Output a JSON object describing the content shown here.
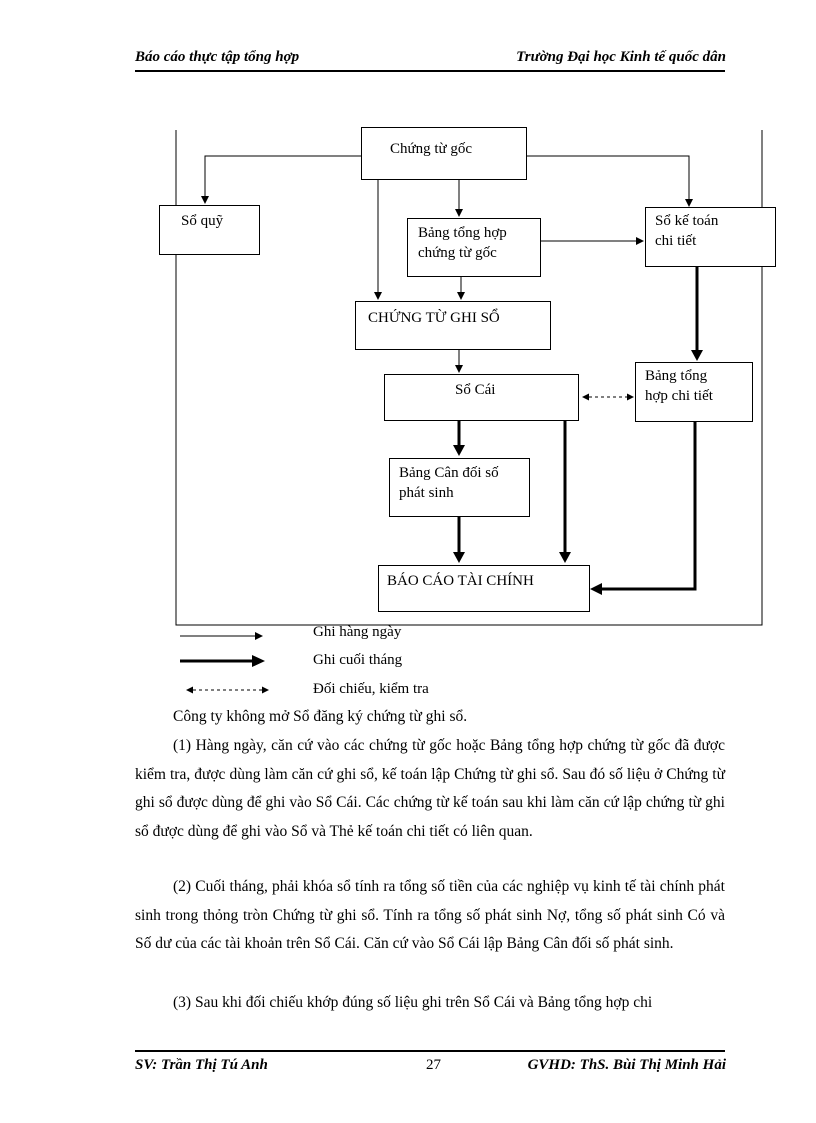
{
  "header": {
    "left": "Báo cáo thực tập tổng hợp",
    "right": "Trường Đại học Kinh tế quốc dân"
  },
  "diagram": {
    "nodes": {
      "chung_tu_goc": "Chứng từ gốc",
      "so_quy": "Sổ quỹ",
      "bang_tong_hop_ctg": "Bảng tổng hợp\nchứng từ gốc",
      "so_ke_toan_chi_tiet": "Sổ kế toán\nchi tiết",
      "chung_tu_ghi_so": "CHỨNG TỪ GHI SỔ",
      "so_cai": "Sổ Cái",
      "bang_tong_hop_chi_tiet": "Bảng tổng\nhợp chi tiết",
      "bang_can_doi": "Bảng Cân đối số\nphát sinh",
      "bao_cao_tai_chinh": "BÁO CÁO TÀI CHÍNH"
    },
    "legend": [
      {
        "type": "daily",
        "label": "Ghi hàng ngày"
      },
      {
        "type": "monthly",
        "label": "Ghi cuối tháng"
      },
      {
        "type": "check",
        "label": "Đối chiếu, kiểm tra"
      }
    ]
  },
  "body": {
    "p0": "Công ty không mở Sổ đăng ký chứng từ ghi sổ.",
    "p1": "(1) Hàng ngày, căn cứ vào các chứng từ gốc hoặc Bảng tổng hợp chứng từ gốc đã được kiểm tra, được dùng làm căn cứ ghi sổ, kế toán lập Chứng từ ghi sổ. Sau đó số liệu ở Chứng từ ghi sổ được dùng để ghi vào Sổ Cái. Các chứng từ kế toán sau khi làm căn cứ lập chứng từ ghi sổ được dùng để ghi vào Sổ và Thẻ kế toán chi tiết có liên quan.",
    "p2": "(2) Cuối tháng, phải khóa sổ tính ra tổng số tiền của các nghiệp vụ kinh tế tài chính phát sinh trong thỏng tròn Chứng từ ghi sổ. Tính ra tổng số phát sinh Nợ, tổng số phát sinh Có và Số dư của các tài khoản trên Sổ Cái. Căn cứ vào Sổ Cái lập Bảng Cân đối số phát sinh.",
    "p3": "(3) Sau khi đối chiếu khớp đúng số liệu ghi trên Sổ Cái và Bảng tổng hợp chi"
  },
  "footer": {
    "student": "SV: Trần Thị Tú Anh",
    "page": "27",
    "advisor": "GVHD: ThS. Bùi Thị Minh Hải"
  }
}
